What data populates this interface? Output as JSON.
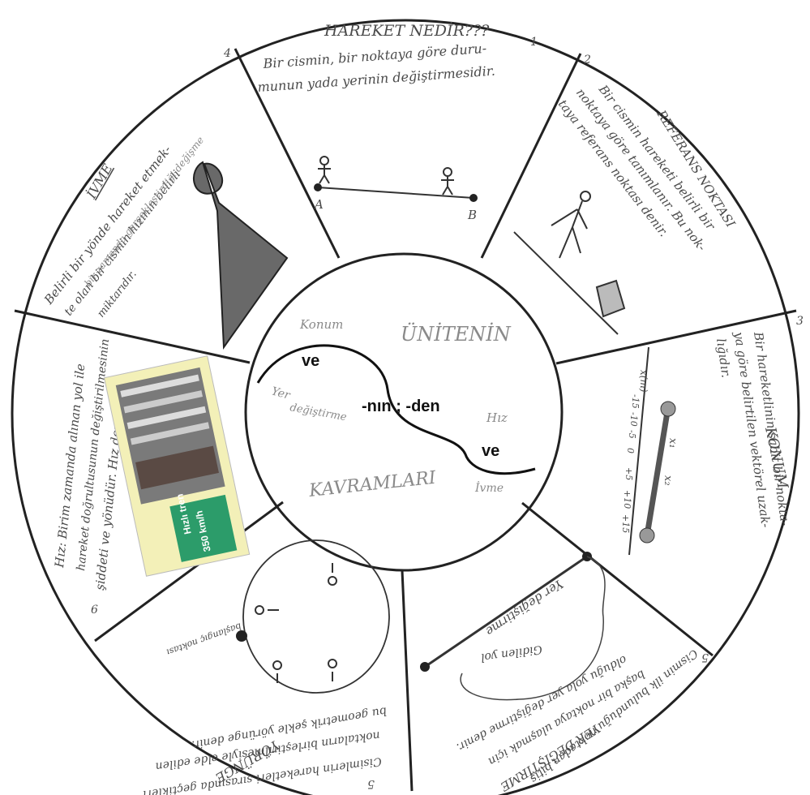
{
  "title": "HAREKET NEDİR???",
  "center": {
    "word_konum": "Konum",
    "word_ve_1": "ve",
    "word_unitenin": "ÜNİTENİN",
    "word_yer": "Yer",
    "word_degistirme": "değiştirme",
    "word_nin_den": "-nın ; -den",
    "word_hiz": "Hız",
    "word_ve_2": "ve",
    "word_kavramlari": "KAVRAMLARI",
    "word_ivme": "İvme"
  },
  "sectors": {
    "s1": {
      "number": "1",
      "lines": [
        "Bir cismin, bir noktaya göre duru-",
        "munun yada yerinin değiştirmesidir."
      ],
      "label_a": "A",
      "label_b": "B"
    },
    "s2": {
      "number": "2",
      "heading": "REFERANS NOKTASI",
      "lines": [
        "Bir cismin hareketi belirli bir",
        "noktaya göre tanımlanır. Bu nok-",
        "taya referans noktası denir."
      ]
    },
    "s3": {
      "number": "3",
      "heading": "KONUM",
      "lines": [
        "Bir hareketlinin sabit bir nokta-",
        "ya göre belirtilen vektörel uzak-",
        "lığıdır."
      ],
      "axis_label": "x(m)",
      "ticks": [
        "-15",
        "-10",
        "-5",
        "0",
        "+5",
        "+10",
        "+15"
      ],
      "x1": "x₁",
      "x2": "x₂"
    },
    "s4": {
      "number": "4",
      "heading": "İVME",
      "lines": [
        "Belirli bir yönde hareket etmek-",
        "te olan bir cismin hızının belirli",
        "bir zamanda gerçekleştirdiği değişme",
        "miktarıdır."
      ]
    },
    "s5a": {
      "number": "5",
      "heading": "YER DEĞİŞTİRME",
      "lines": [
        "Cismin ilk bulunduğu noktadan bitiş",
        "başka bir noktaya ulaşmak için",
        "olduğu yola yer değiştirme denir."
      ],
      "diagram_label_1": "Yer değiştirme",
      "diagram_label_2": "Gidilen yol"
    },
    "s5b": {
      "number": "5",
      "heading": "YÖRÜNGE",
      "lines": [
        "Cisimlerin hareketleri sırasında geçtikleri",
        "noktaların birleştirilmesiyle elde edilen",
        "bu geometrik şekle yörünge denir."
      ],
      "diagram_label": "başlangıç noktası"
    },
    "s6": {
      "number": "6",
      "lines": [
        "Hız: Birim zamanda alınan yol ile",
        "hareket doğrultusunun değiştirilmesinin",
        "şiddeti ve yönüdür. Hız denir."
      ],
      "train_name": "Hızlı tren",
      "train_speed": "350 km/h"
    }
  }
}
